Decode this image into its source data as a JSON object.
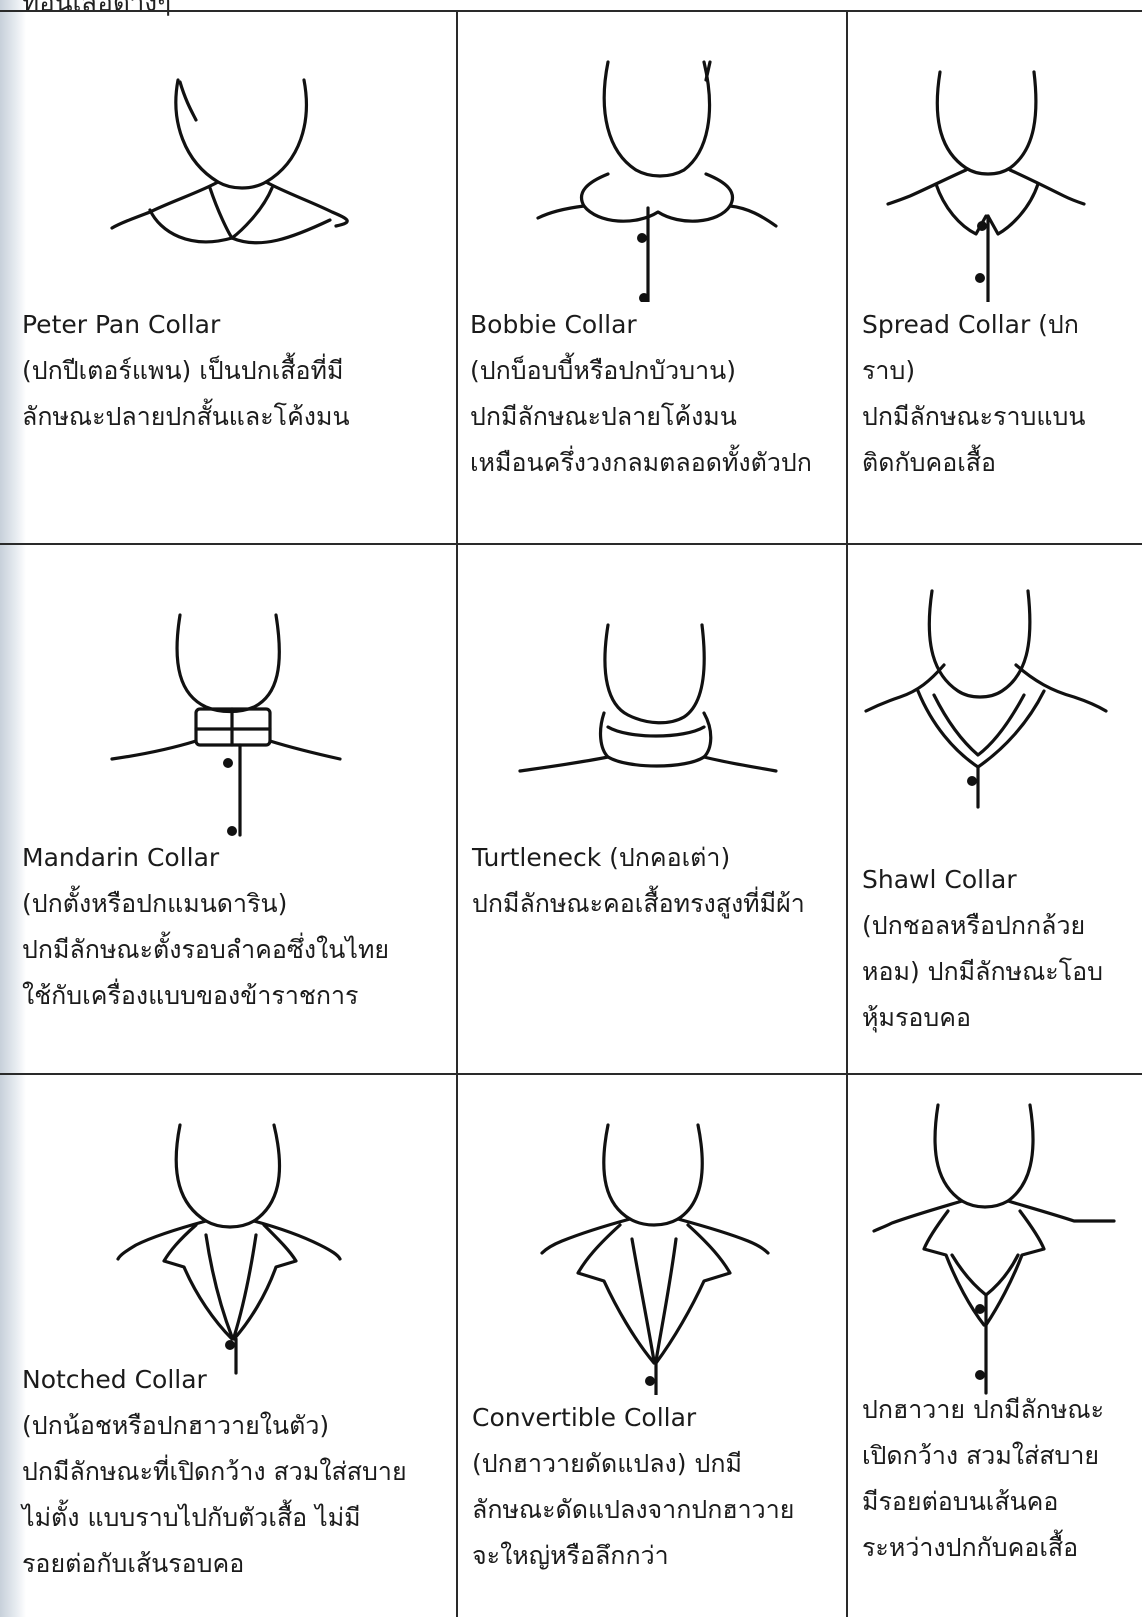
{
  "top_caption": "ท่อนเสื้อต่างๆ",
  "collars": [
    {
      "id": "peter-pan",
      "lines": [
        "Peter Pan Collar",
        "(ปกปีเตอร์แพน) เป็นปกเสื้อที่มี",
        "ลักษณะปลายปกสั้นและโค้งมน"
      ]
    },
    {
      "id": "bobbie",
      "lines": [
        "Bobbie Collar",
        "(ปกบ็อบบี้หรือปกบัวบาน)",
        "ปกมีลักษณะปลายโค้งมน",
        "เหมือนครึ่งวงกลมตลอดทั้งตัวปก"
      ]
    },
    {
      "id": "spread",
      "lines": [
        "Spread Collar (ปก",
        "ราบ)",
        "ปกมีลักษณะราบแบน",
        "ติดกับคอเสื้อ"
      ]
    },
    {
      "id": "mandarin",
      "lines": [
        "Mandarin Collar",
        "(ปกตั้งหรือปกแมนดาริน)",
        "ปกมีลักษณะตั้งรอบลำคอซึ่งในไทย",
        "ใช้กับเครื่องแบบของข้าราชการ"
      ]
    },
    {
      "id": "turtleneck",
      "lines": [
        "Turtleneck (ปกคอเต่า)",
        "ปกมีลักษณะคอเสื้อทรงสูงที่มีผ้า"
      ]
    },
    {
      "id": "shawl",
      "lines": [
        "Shawl Collar",
        "(ปกชอลหรือปกกล้วย",
        "หอม) ปกมีลักษณะโอบ",
        "หุ้มรอบคอ"
      ]
    },
    {
      "id": "notched",
      "lines": [
        "Notched Collar",
        "(ปกน้อชหรือปกฮาวายในตัว)",
        "ปกมีลักษณะที่เปิดกว้าง สวมใส่สบาย",
        "ไม่ตั้ง แบบราบไปกับตัวเสื้อ ไม่มี",
        "รอยต่อกับเส้นรอบคอ"
      ]
    },
    {
      "id": "convertible",
      "lines": [
        "Convertible Collar",
        "(ปกฮาวายดัดแปลง) ปกมี",
        "ลักษณะดัดแปลงจากปกฮาวาย",
        "จะใหญ่หรือลึกกว่า"
      ]
    },
    {
      "id": "hawaiian",
      "lines": [
        "ปกฮาวาย ปกมีลักษณะ",
        "เปิดกว้าง สวมใส่สบาย",
        "มีรอยต่อบนเส้นคอ",
        "ระหว่างปกกับคอเสื้อ"
      ]
    }
  ]
}
